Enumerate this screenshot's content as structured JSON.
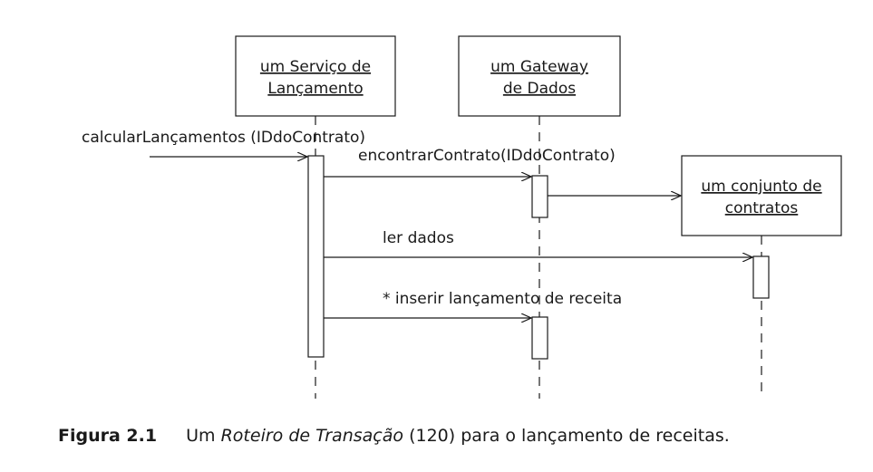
{
  "participants": [
    {
      "id": "servico",
      "line1": "um Serviço de",
      "line2": "Lançamento"
    },
    {
      "id": "gateway",
      "line1": "um Gateway",
      "line2": "de Dados"
    },
    {
      "id": "conjunto",
      "line1": "um conjunto de",
      "line2": "contratos"
    }
  ],
  "messages": [
    {
      "id": "calc",
      "label": "calcularLançamentos (IDdoContrato)"
    },
    {
      "id": "encontrar",
      "label": "encontrarContrato(IDdoContrato)"
    },
    {
      "id": "ler",
      "label": "ler dados"
    },
    {
      "id": "inserir",
      "label": "* inserir lançamento de receita"
    }
  ],
  "caption": {
    "figure": "Figura 2.1",
    "text_before": "Um",
    "italic": "Roteiro de Transação",
    "text_after": "(120) para o lançamento de receitas."
  }
}
